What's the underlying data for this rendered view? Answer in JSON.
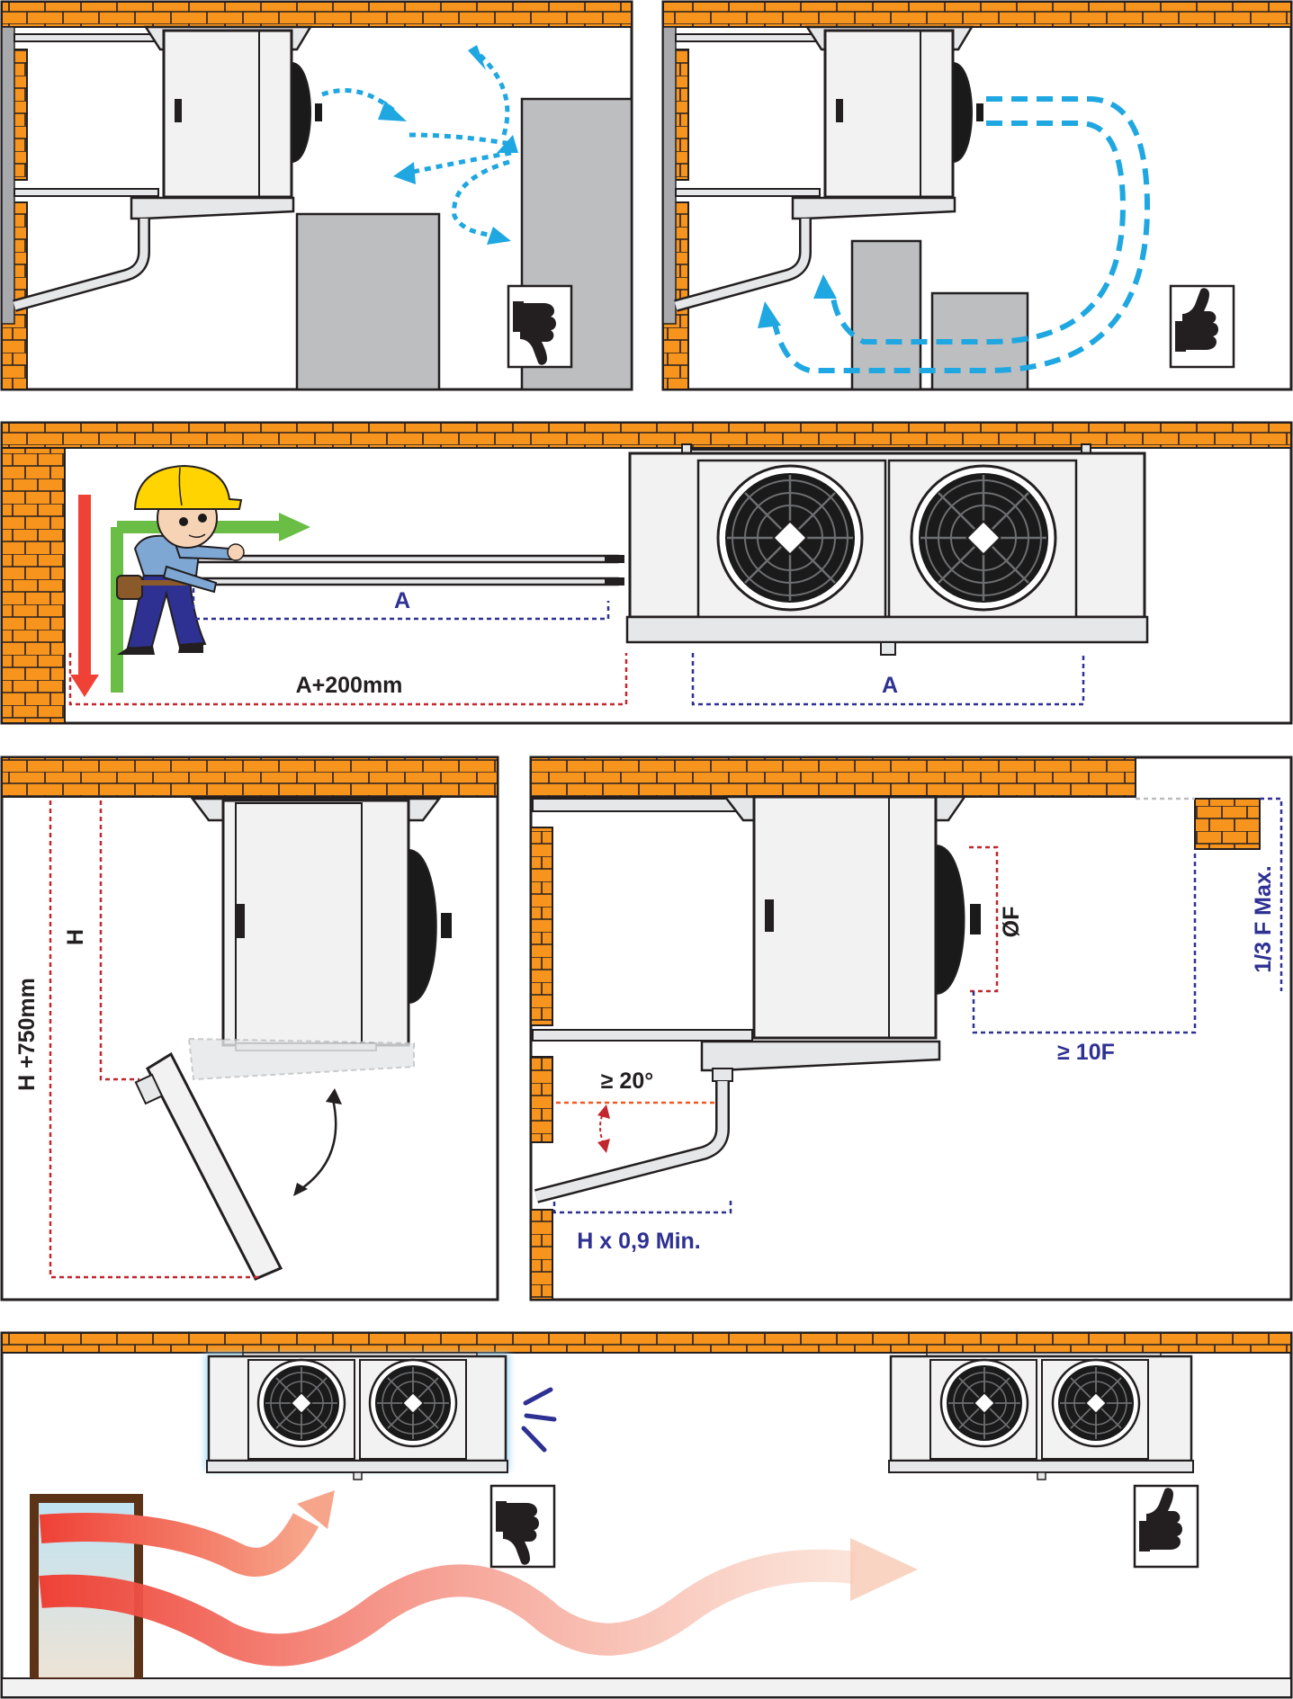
{
  "labels": {
    "clearance_a_top": "A",
    "clearance_a_plus": "A+200mm",
    "clearance_a_bottom": "A",
    "height_h": "H",
    "height_h_plus": "H +750mm",
    "angle": "≥ 20°",
    "diameter_f": "ØF",
    "distance_10f": "≥ 10F",
    "third_f_max": "1/3 F Max.",
    "drain_length": "H x 0,9 Min."
  },
  "verdicts": {
    "panel1": "thumbs-down-icon",
    "panel2": "thumbs-up-icon",
    "panel6_left": "thumbs-down-icon",
    "panel6_right": "thumbs-up-icon"
  },
  "colors": {
    "brick": "#F7941D",
    "outline": "#231F20",
    "airflow_blue": "#1EA7E1",
    "dim_blue": "#2E3192",
    "dim_red": "#C1272D",
    "warm_air": "#EF4136",
    "cabinet": "#F2F2F2",
    "box_grey": "#BCBEC0"
  }
}
